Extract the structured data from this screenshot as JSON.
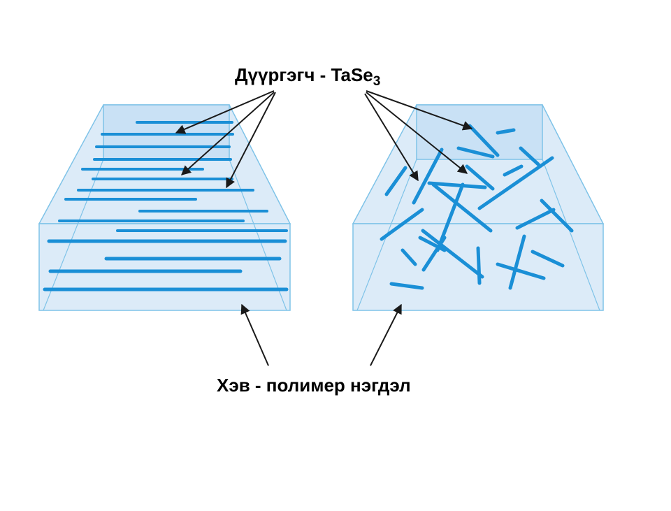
{
  "labels": {
    "filler_main": "Дүүргэгч - TaSe",
    "filler_subscript": "3",
    "matrix": "Хэв - полимер нэгдэл"
  },
  "colors": {
    "fiber": "#1a8fd6",
    "box_fill": "#dcebf8",
    "box_back_fill": "#c9e1f5",
    "box_edge": "#7fc3e8",
    "arrow": "#1a1a1a",
    "text": "#000000"
  },
  "panels": [
    {
      "name": "aligned-composite-block",
      "fiber_arrangement": "aligned"
    },
    {
      "name": "random-composite-block",
      "fiber_arrangement": "random"
    }
  ]
}
